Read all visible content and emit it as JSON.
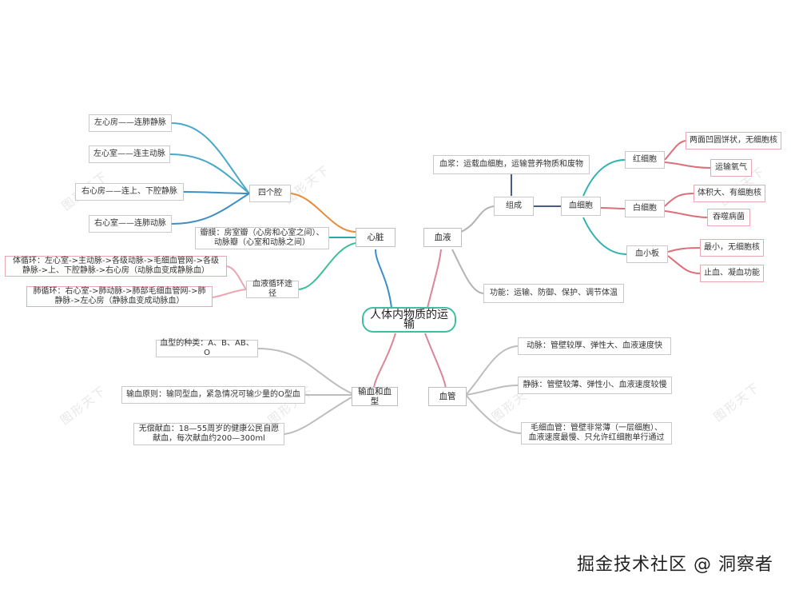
{
  "root": "人体内物质的运输",
  "watermark": "图形天下",
  "footer": "掘金技术社区 @ 洞察者",
  "branches": {
    "heart": {
      "label": "心脏",
      "four_chambers": {
        "label": "四个腔",
        "items": [
          "左心房——连肺静脉",
          "左心室——连主动脉",
          "右心房——连上、下腔静脉",
          "右心室——连肺动脉"
        ]
      },
      "valves": "瓣膜：房室瓣（心房和心室之间）、\n动脉瓣（心室和动脉之间）",
      "circulation": {
        "label": "血液循环途径",
        "systemic": "体循环：左心室->主动脉->各级动脉->毛细血管网->各级\n静脉->上、下腔静脉->右心房（动脉血变成静脉血）",
        "pulmonary": "肺循环：右心室->肺动脉->肺部毛细血管网->肺\n静脉->左心房（静脉血变成动脉血）"
      }
    },
    "blood": {
      "label": "血液",
      "composition": {
        "label": "组成",
        "plasma": "血浆：运载血细胞，运输营养物质和废物",
        "cells": {
          "label": "血细胞",
          "rbc": {
            "label": "红细胞",
            "items": [
              "两面凹圆饼状，无细胞核",
              "运输氧气"
            ]
          },
          "wbc": {
            "label": "白细胞",
            "items": [
              "体积大、有细胞核",
              "吞噬病菌"
            ]
          },
          "platelet": {
            "label": "血小板",
            "items": [
              "最小，无细胞核",
              "止血、凝血功能"
            ]
          }
        }
      },
      "function": "功能：运输、防御、保护、调节体温"
    },
    "transfusion": {
      "label": "输血和血型",
      "items": [
        "血型的种类：A、B、AB、O",
        "输血原则：输同型血，紧急情况可输少量的O型血",
        "无偿献血：18—55周岁的健康公民自愿\n献血，每次献血约200—300ml"
      ]
    },
    "vessels": {
      "label": "血管",
      "items": [
        "动脉：管壁较厚、弹性大、血液速度快",
        "静脉：管壁较薄、弹性小、血液速度较慢",
        "毛细血管：管壁非常薄（一层细胞）、\n血液速度最慢、只允许红细胞单行通过"
      ]
    }
  }
}
